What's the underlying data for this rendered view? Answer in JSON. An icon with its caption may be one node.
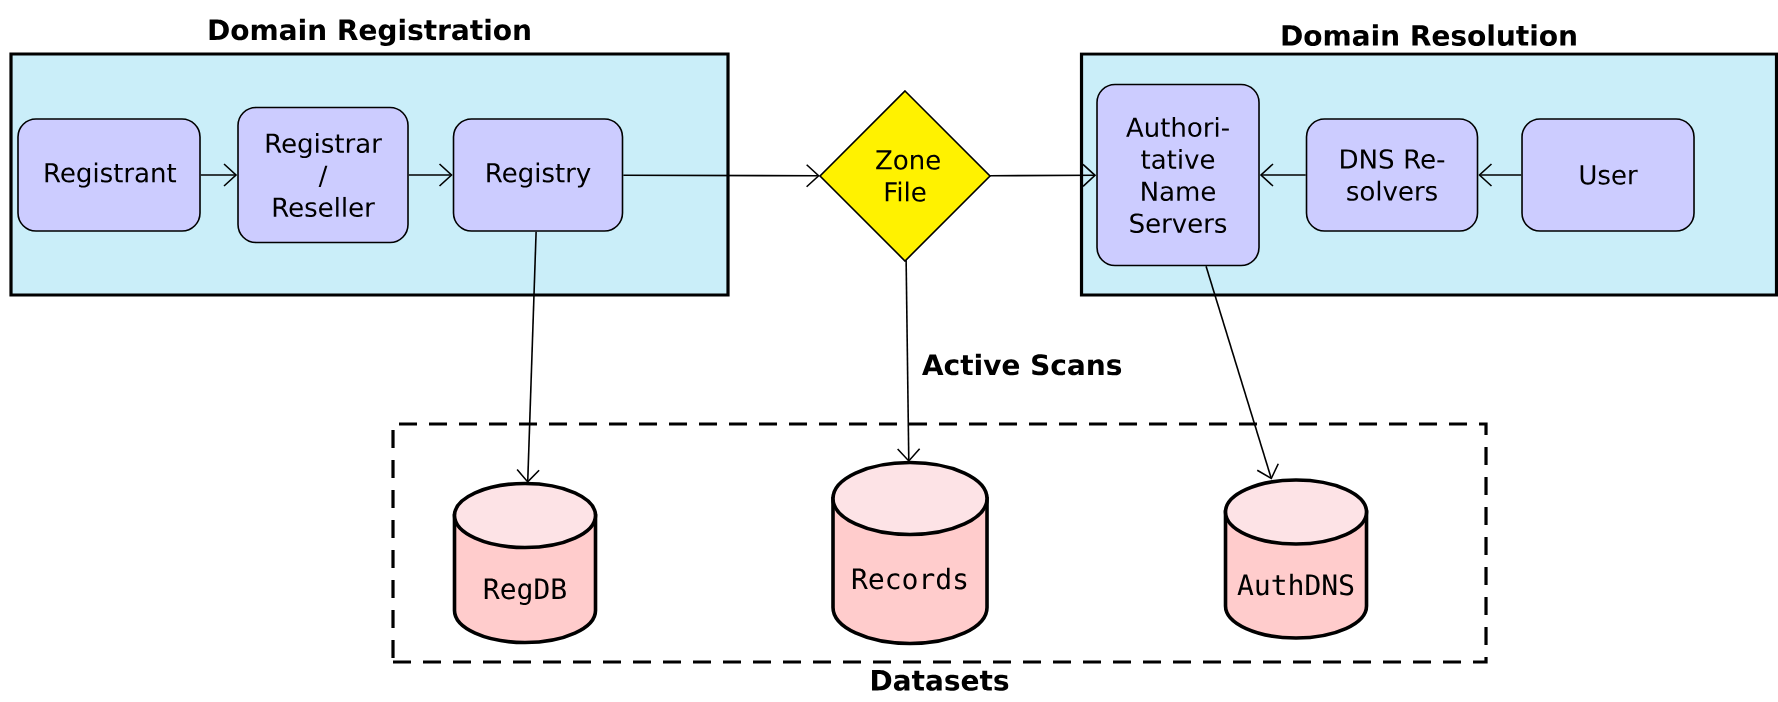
{
  "diagram": {
    "nodes": [
      {
        "text": [
          "Domain Registration"
        ]
      },
      {
        "text": [
          "Registrant"
        ],
        "in": 0
      },
      {
        "text": [
          "Registrar / Reseller"
        ],
        "in": 0
      },
      {
        "text": [
          "Registry"
        ],
        "in": 0
      },
      {
        "text": [
          "Zone File"
        ]
      },
      {
        "text": [
          "Domain Resolution"
        ]
      },
      {
        "text": [
          "Authori- tative Name Servers"
        ],
        "in": 5
      },
      {
        "text": [
          "DNS Re- solvers"
        ],
        "in": 5
      },
      {
        "text": [
          "User"
        ],
        "in": 5
      },
      {
        "text": [
          "Datasets"
        ]
      },
      {
        "text": [
          "RegDB"
        ],
        "in": 9
      },
      {
        "text": [
          "Records"
        ],
        "in": 9
      },
      {
        "text": [
          "AuthDNS"
        ],
        "in": 9
      }
    ],
    "edges": [
      {
        "from": 1,
        "to": 2,
        "arrow": "to"
      },
      {
        "from": 2,
        "to": 3,
        "arrow": "to"
      },
      {
        "from": 3,
        "to": 4,
        "arrow": "to"
      },
      {
        "from": 4,
        "to": 6,
        "arrow": "to"
      },
      {
        "from": 8,
        "to": 7,
        "arrow": "to"
      },
      {
        "from": 7,
        "to": 6,
        "arrow": "to"
      },
      {
        "from": 3,
        "to": 10,
        "arrow": "to"
      },
      {
        "from": 4,
        "to": 11,
        "arrow": "to",
        "label": "Active Scans"
      },
      {
        "from": 6,
        "to": 12,
        "arrow": "to"
      }
    ]
  }
}
